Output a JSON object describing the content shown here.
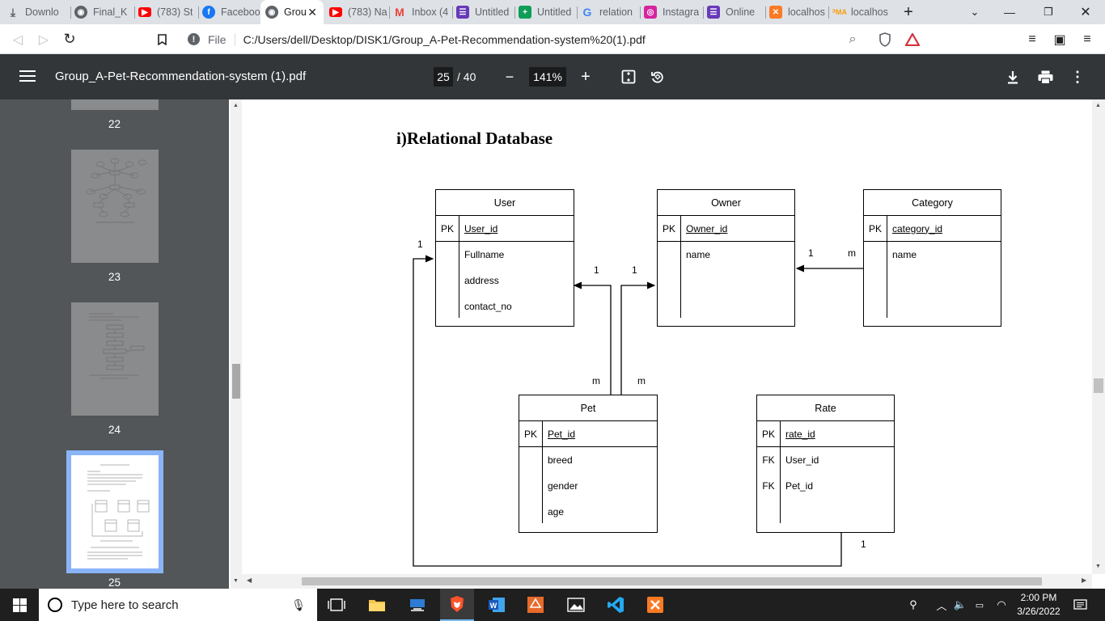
{
  "tabs": [
    {
      "title": "Downlo",
      "icon": "download-icon"
    },
    {
      "title": "Final_K",
      "icon": "chrome-page-icon"
    },
    {
      "title": "(783) St",
      "icon": "youtube-icon"
    },
    {
      "title": "Faceboo",
      "icon": "facebook-icon"
    },
    {
      "title": "Grou",
      "icon": "chrome-page-icon",
      "active": true
    },
    {
      "title": "(783) Na",
      "icon": "youtube-icon"
    },
    {
      "title": "Inbox (4",
      "icon": "gmail-icon"
    },
    {
      "title": "Untitled",
      "icon": "forms-icon"
    },
    {
      "title": "Untitled",
      "icon": "sheets-icon"
    },
    {
      "title": "relation",
      "icon": "google-icon"
    },
    {
      "title": "Instagra",
      "icon": "instagram-icon"
    },
    {
      "title": "Online",
      "icon": "forms-icon"
    },
    {
      "title": "localhos",
      "icon": "xampp-icon"
    },
    {
      "title": "localhos",
      "icon": "phpmyadmin-icon"
    }
  ],
  "address": {
    "security_label": "File",
    "url": "C:/Users/dell/Desktop/DISK1/Group_A-Pet-Recommendation-system%20(1).pdf"
  },
  "pdf": {
    "filename": "Group_A-Pet-Recommendation-system (1).pdf",
    "current_page": "25",
    "page_total": "/ 40",
    "zoom": "141%"
  },
  "thumbnails": [
    {
      "number": "22"
    },
    {
      "number": "23"
    },
    {
      "number": "24"
    },
    {
      "number": "25",
      "selected": true
    }
  ],
  "document": {
    "heading": "i)Relational Database",
    "entities": {
      "user": {
        "name": "User",
        "pk_key": "PK",
        "pk_field": "User_id",
        "fields": [
          "Fullname",
          "address",
          "contact_no"
        ]
      },
      "owner": {
        "name": "Owner",
        "pk_key": "PK",
        "pk_field": "Owner_id",
        "fields": [
          "name"
        ]
      },
      "category": {
        "name": "Category",
        "pk_key": "PK",
        "pk_field": "category_id",
        "fields": [
          "name"
        ]
      },
      "pet": {
        "name": "Pet",
        "pk_key": "PK",
        "pk_field": "Pet_id",
        "fields": [
          "breed",
          "gender",
          "age"
        ]
      },
      "rate": {
        "name": "Rate",
        "pk_key": "PK",
        "pk_field": "rate_id",
        "fk_key": "FK",
        "fields": [
          "User_id",
          "Pet_id"
        ]
      }
    },
    "cardinalities": {
      "user_rate_user": "1",
      "user_pet_user": "1",
      "owner_pet_owner": "1",
      "owner_category_owner": "1",
      "owner_category_category": "m",
      "pet_user": "m",
      "pet_owner": "m",
      "rate_end": "1"
    }
  },
  "taskbar": {
    "search_placeholder": "Type here to search",
    "time": "2:00 PM",
    "date": "3/26/2022"
  }
}
